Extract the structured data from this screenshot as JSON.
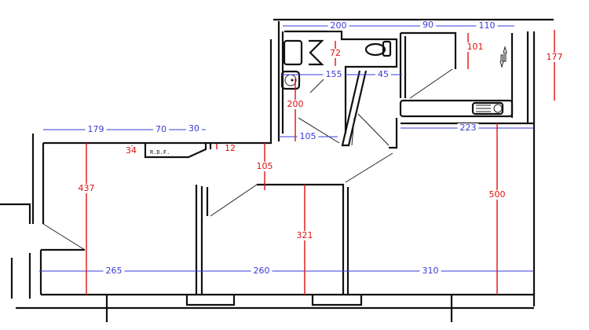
{
  "colors": {
    "horizontal_dimension": "#3a3ad8",
    "vertical_dimension": "#e01010",
    "walls": "#111111"
  },
  "fixture_label": "R.D.F.",
  "dimensions_blue": [
    "200",
    "90",
    "110",
    "155",
    "45",
    "223",
    "105",
    "179",
    "70",
    "30",
    "265",
    "260",
    "310"
  ],
  "dimensions_red": [
    "72",
    "101",
    "177",
    "200",
    "34",
    "12",
    "105",
    "437",
    "321",
    "500"
  ],
  "icons": [
    "toilet-icon",
    "sink-icon",
    "stove-icon",
    "sliding-arrows-icon"
  ]
}
